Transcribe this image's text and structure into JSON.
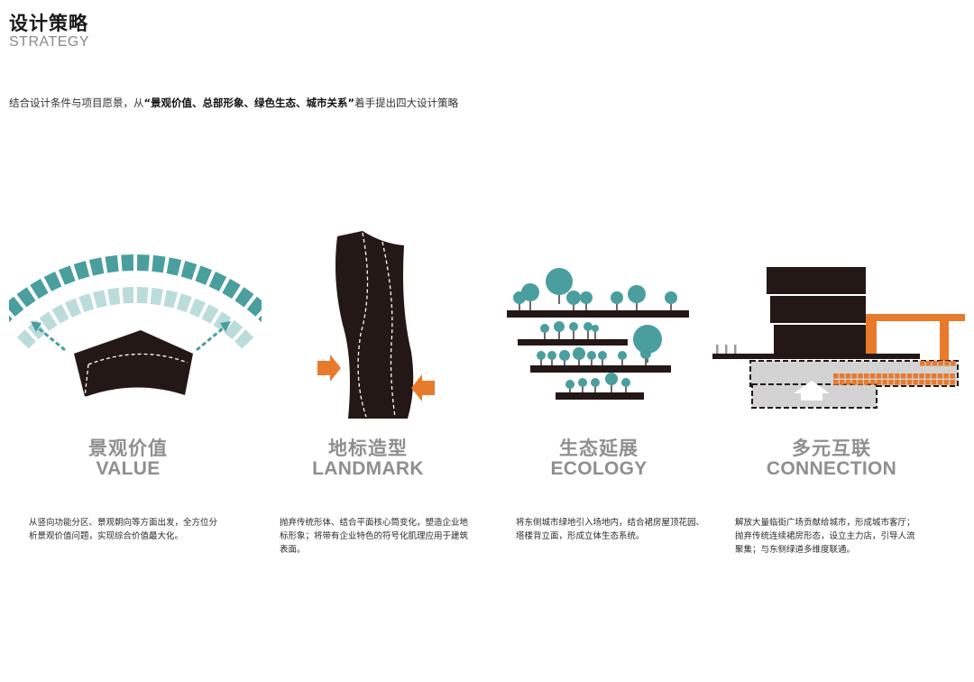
{
  "header": {
    "title": "设计策略",
    "subtitle": "STRATEGY"
  },
  "intro": {
    "prefix": "结合设计条件与项目愿景，从",
    "highlight": "“景观价值、总部形象、绿色生态、城市关系”",
    "suffix": "着手提出四大设计策略"
  },
  "strategies": [
    {
      "title_cn": "景观价值",
      "title_en": "VALUE",
      "desc": "从竖向功能分区、景观朝向等方面出发，全方位分析景观价值问题，实现综合价值最大化。",
      "illustration_icon": "landscape-fan-icon"
    },
    {
      "title_cn": "地标造型",
      "title_en": "LANDMARK",
      "desc": "抛弃传统形体、结合平面核心筒变化，塑造企业地标形象；将带有企业特色的符号化肌理应用于建筑表面。",
      "illustration_icon": "twisted-tower-icon"
    },
    {
      "title_cn": "生态延展",
      "title_en": "ECOLOGY",
      "desc": "将东侧城市绿地引入场地内，结合裙房屋顶花园、塔楼背立面，形成立体生态系统。",
      "illustration_icon": "terraced-trees-icon"
    },
    {
      "title_cn": "多元互联",
      "title_en": "CONNECTION",
      "desc": "解放大量临街广场贡献给城市，形成城市客厅；抛弃传统连续裙房形态，设立主力店，引导人流聚集；与东侧绿道多维度联通。",
      "illustration_icon": "connection-block-icon"
    }
  ],
  "colors": {
    "teal": "#4a9e9e",
    "teal_light": "#bcdcdc",
    "dark": "#231816",
    "orange": "#e87a2c",
    "grey": "#8f8f8f"
  }
}
